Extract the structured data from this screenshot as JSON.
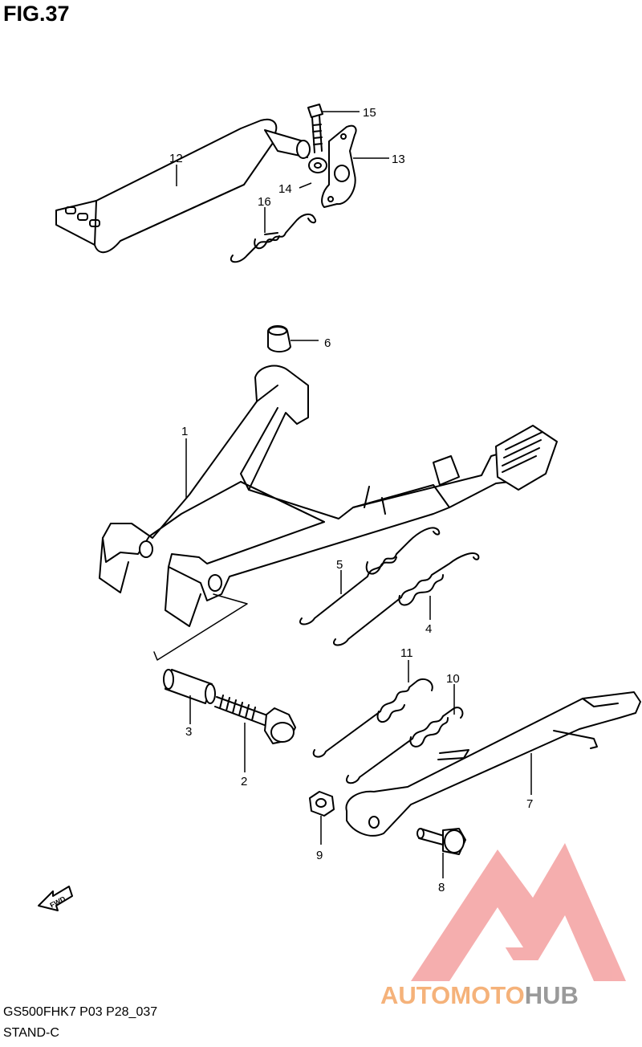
{
  "figure": {
    "title": "FIG.37",
    "model_code": "GS500FHK7 P03 P28_037",
    "section_name": "STAND-C",
    "fwd_label": "FWD"
  },
  "callouts": [
    {
      "id": "1",
      "label": "1"
    },
    {
      "id": "2",
      "label": "2"
    },
    {
      "id": "3",
      "label": "3"
    },
    {
      "id": "4",
      "label": "4"
    },
    {
      "id": "5",
      "label": "5"
    },
    {
      "id": "6",
      "label": "6"
    },
    {
      "id": "7",
      "label": "7"
    },
    {
      "id": "8",
      "label": "8"
    },
    {
      "id": "9",
      "label": "9"
    },
    {
      "id": "10",
      "label": "10"
    },
    {
      "id": "11",
      "label": "11"
    },
    {
      "id": "12",
      "label": "12"
    },
    {
      "id": "13",
      "label": "13"
    },
    {
      "id": "14",
      "label": "14"
    },
    {
      "id": "15",
      "label": "15"
    },
    {
      "id": "16",
      "label": "16"
    }
  ],
  "watermark": {
    "text_part1": "AUTOMOTO",
    "text_part2": "HUB",
    "color_primary": "#f5b27a",
    "color_secondary": "#9a9a9a",
    "logo_color": "#f4a0a0"
  }
}
